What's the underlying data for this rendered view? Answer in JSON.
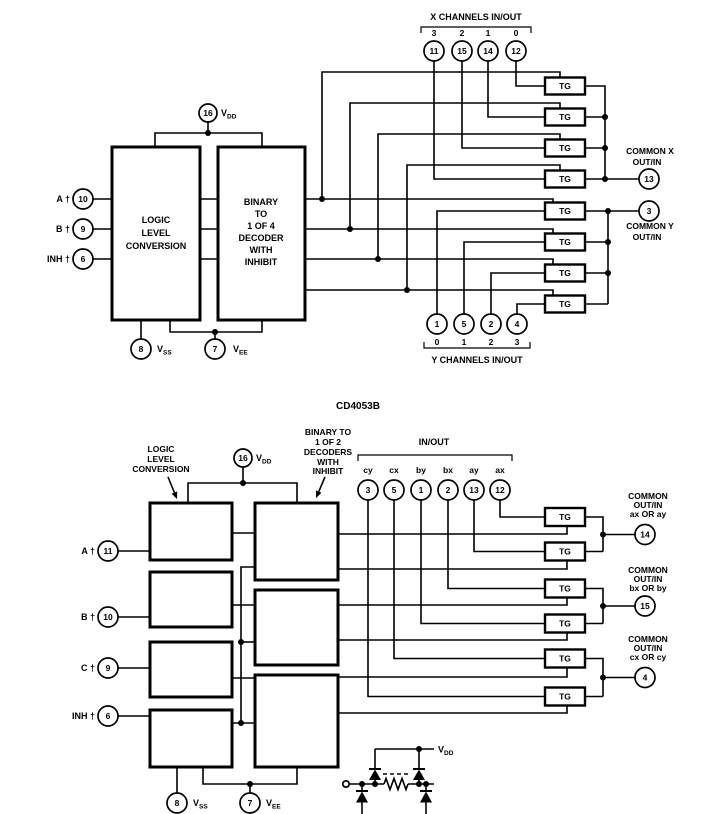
{
  "shared": {
    "tg": "TG",
    "v": "V",
    "sub_dd": "DD",
    "sub_ss": "SS",
    "sub_ee": "EE"
  },
  "top": {
    "x_title": "X CHANNELS IN/OUT",
    "x_ch": [
      "3",
      "2",
      "1",
      "0"
    ],
    "x_pins": [
      "11",
      "15",
      "14",
      "12"
    ],
    "y_title": "Y CHANNELS IN/OUT",
    "y_ch": [
      "0",
      "1",
      "2",
      "3"
    ],
    "y_pins": [
      "1",
      "5",
      "2",
      "4"
    ],
    "logic": [
      "LOGIC",
      "LEVEL",
      "CONVERSION"
    ],
    "decoder": [
      "BINARY",
      "TO",
      "1 OF 4",
      "DECODER",
      "WITH",
      "INHIBIT"
    ],
    "in_a": "A †",
    "pin_a": "10",
    "in_b": "B †",
    "pin_b": "9",
    "in_inh": "INH †",
    "pin_inh": "6",
    "vdd_pin": "16",
    "vss_pin": "8",
    "vee_pin": "7",
    "cx1": "COMMON X",
    "cx2": "OUT/IN",
    "cx_pin": "13",
    "cy1": "COMMON Y",
    "cy2": "OUT/IN",
    "cy_pin": "3"
  },
  "bottom": {
    "title": "CD4053B",
    "logic": [
      "LOGIC",
      "LEVEL",
      "CONVERSION"
    ],
    "decoder": [
      "BINARY TO",
      "1 OF 2",
      "DECODERS",
      "WITH",
      "INHIBIT"
    ],
    "io_title": "IN/OUT",
    "ch": [
      "cy",
      "cx",
      "by",
      "bx",
      "ay",
      "ax"
    ],
    "pins": [
      "3",
      "5",
      "1",
      "2",
      "13",
      "12"
    ],
    "in_a": "A †",
    "pin_a": "11",
    "in_b": "B †",
    "pin_b": "10",
    "in_c": "C †",
    "pin_c": "9",
    "in_inh": "INH †",
    "pin_inh": "6",
    "vdd_pin": "16",
    "vss_pin": "8",
    "vee_pin": "7",
    "c1": [
      "COMMON",
      "OUT/IN",
      "ax OR ay"
    ],
    "c1_pin": "14",
    "c2": [
      "COMMON",
      "OUT/IN",
      "bx OR by"
    ],
    "c2_pin": "15",
    "c3": [
      "COMMON",
      "OUT/IN",
      "cx OR cy"
    ],
    "c3_pin": "4"
  }
}
